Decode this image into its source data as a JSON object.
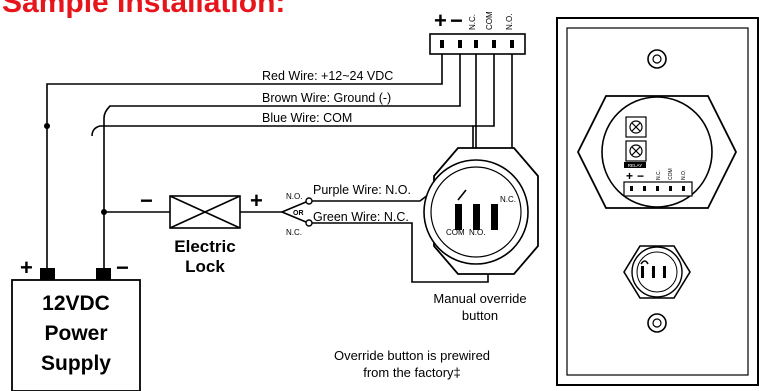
{
  "title": "Sample Installation:",
  "colors": {
    "title": "#e8141c",
    "line": "#000000",
    "background": "#ffffff"
  },
  "terminals": {
    "plus": "+",
    "minus": "−",
    "nc": "N.C.",
    "com": "COM",
    "no": "N.O."
  },
  "wires": {
    "red": "Red  Wire: +12~24 VDC",
    "brown": "Brown Wire: Ground (-)",
    "blue": "Blue Wire: COM",
    "purple": "Purple Wire: N.O.",
    "green": "Green Wire: N.C."
  },
  "lock": {
    "line1": "Electric",
    "line2": "Lock",
    "minus": "−",
    "plus": "+"
  },
  "switch": {
    "no": "N.O.",
    "or": "OR",
    "nc": "N.C."
  },
  "button": {
    "nc": "N.C.",
    "com": "COM",
    "no": "N.O."
  },
  "power": {
    "line1": "12VDC",
    "line2": "Power",
    "line3": "Supply",
    "plus": "+",
    "minus": "−"
  },
  "labels": {
    "override1": "Manual override",
    "override2": "button",
    "prewired1": "Override button is prewired",
    "prewired2": "from the factory‡"
  },
  "plate": {
    "relay_label": "RELAY",
    "t_nc": "N.C.",
    "t_com": "COM",
    "t_no": "N.O.",
    "t_plus": "+",
    "t_minus": "−"
  }
}
